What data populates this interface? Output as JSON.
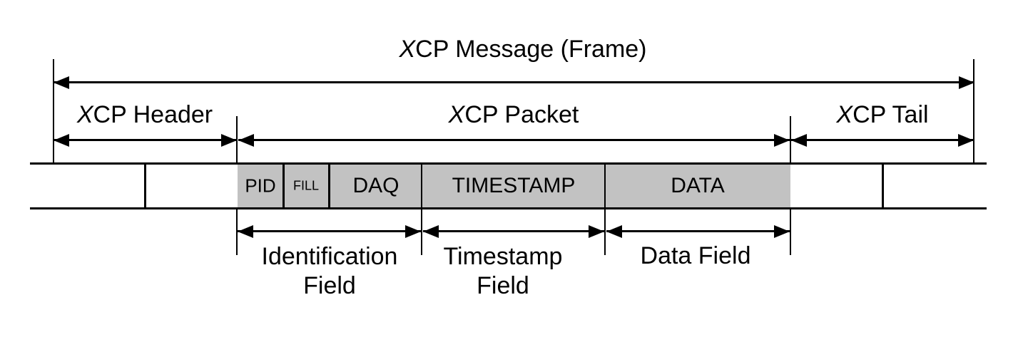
{
  "diagram": {
    "title": "XCP Message (Frame)",
    "sections": {
      "header": "XCP Header",
      "packet": "XCP Packet",
      "tail": "XCP Tail"
    },
    "cells": {
      "pid": "PID",
      "fill": "FILL",
      "daq": "DAQ",
      "timestamp": "TIMESTAMP",
      "data": "DATA"
    },
    "fields": {
      "identification": "Identification Field",
      "timestamp": "Timestamp Field",
      "data": "Data Field"
    },
    "colors": {
      "cell_fill": "#c2c2c2",
      "line": "#000000",
      "background": "#ffffff"
    }
  }
}
